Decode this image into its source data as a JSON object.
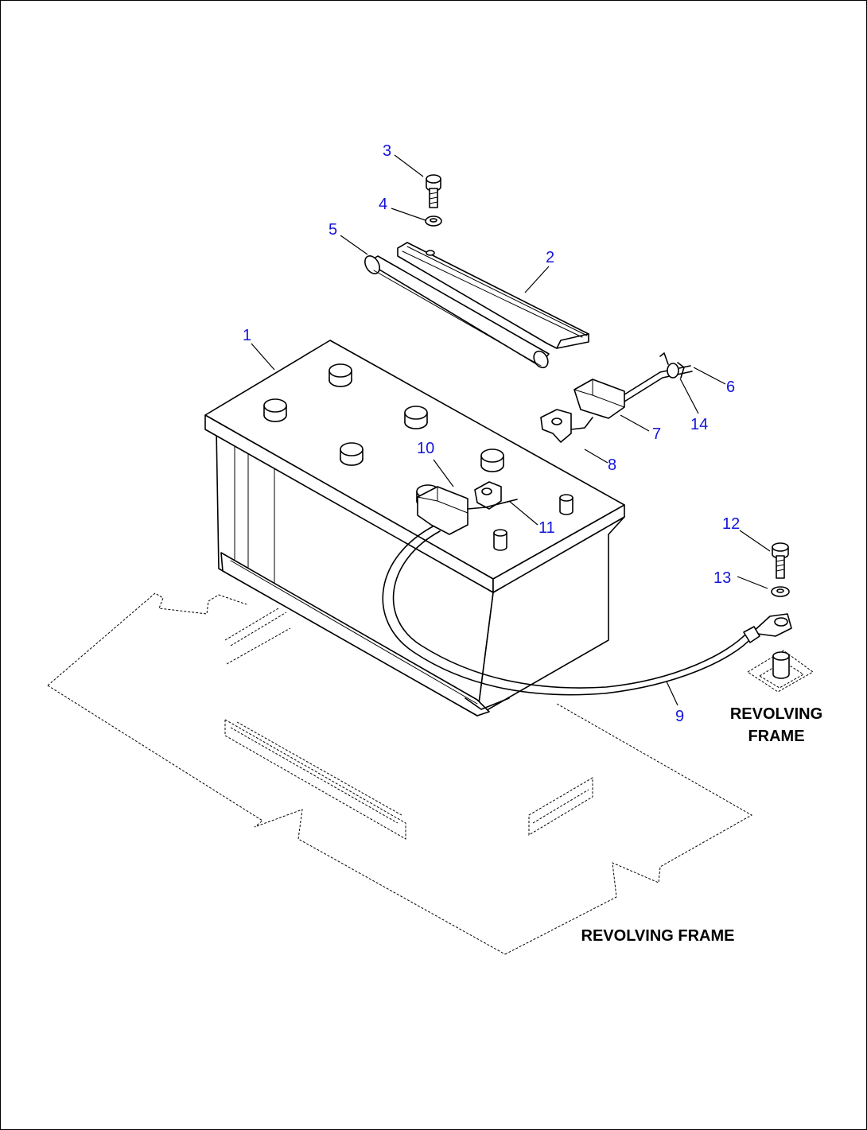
{
  "callouts": {
    "c1": "1",
    "c2": "2",
    "c3": "3",
    "c4": "4",
    "c5": "5",
    "c6": "6",
    "c7": "7",
    "c8": "8",
    "c9": "9",
    "c10": "10",
    "c11": "11",
    "c12": "12",
    "c13": "13",
    "c14": "14"
  },
  "labels": {
    "revolving_frame_right_line1": "REVOLVING",
    "revolving_frame_right_line2": "FRAME",
    "revolving_frame_bottom": "REVOLVING FRAME"
  },
  "colors": {
    "callout": "#1414d8",
    "line": "#000000",
    "background": "#ffffff"
  }
}
